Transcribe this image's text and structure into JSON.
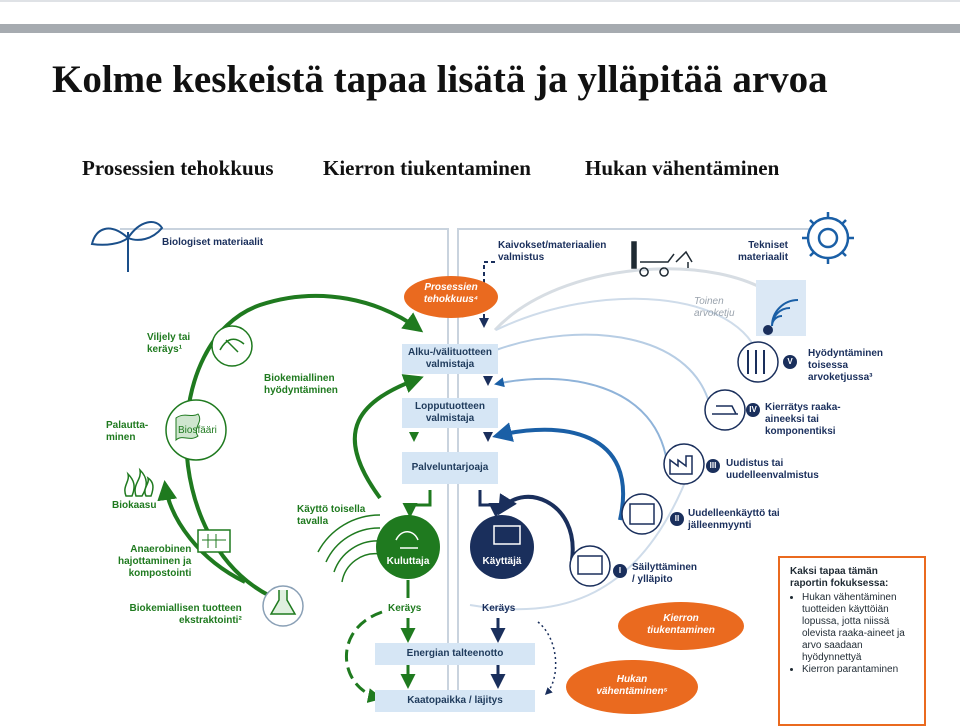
{
  "title": "Kolme keskeistä tapaa lisätä ja ylläpitää arvoa",
  "subtitles": [
    "Prosessien tehokkuus",
    "Kierron tiukentaminen",
    "Hukan vähentäminen"
  ],
  "colors": {
    "green": "#1f7a1f",
    "navy": "#1a2f5c",
    "blue": "#1a5fa6",
    "orange": "#ea6a1f",
    "box": "#d6e6f5",
    "topbar": "#a6abb0"
  },
  "bio": {
    "heading": "Biologiset materiaalit",
    "viljely": "Viljely tai",
    "viljely2": "keräys¹",
    "palautta": "Palautta-",
    "palautta2": "minen",
    "biosfaari": "Biosfääri",
    "biokaasu": "Biokaasu",
    "anaerobinen": "Anaerobinen",
    "anaerobinen2": "hajottaminen ja",
    "anaerobinen3": "kompostointi",
    "biokem_tuote": "Biokemiallisen tuotteen",
    "biokem_tuote2": "ekstraktointi²",
    "biokem_hyod": "Biokemiallinen",
    "biokem_hyod2": "hyödyntäminen",
    "kaytto_toisella": "Käyttö toisella",
    "kaytto_toisella2": "tavalla",
    "kuluttaja": "Kuluttaja",
    "keraysL": "Keräys"
  },
  "tech": {
    "kaivokset": "Kaivokset/materiaalien",
    "kaivokset2": "valmistus",
    "tekniset": "Tekniset",
    "tekniset2": "materiaalit",
    "toinen": "Toinen",
    "toinen2": "arvoketju",
    "kayttaja": "Käyttäjä",
    "keraysR": "Keräys",
    "loops": [
      {
        "num": "V",
        "l1": "Hyödyntäminen",
        "l2": "toisessa",
        "l3": "arvoketjussa³"
      },
      {
        "num": "IV",
        "l1": "Kierrätys raaka-",
        "l2": "aineeksi tai",
        "l3": "komponentiksi"
      },
      {
        "num": "III",
        "l1": "Uudistus tai",
        "l2": "uudelleenvalmistus",
        "l3": ""
      },
      {
        "num": "II",
        "l1": "Uudelleenkäyttö tai",
        "l2": "jälleenmyynti",
        "l3": ""
      },
      {
        "num": "I",
        "l1": "Säilyttäminen",
        "l2": "/ ylläpito",
        "l3": ""
      }
    ]
  },
  "center": {
    "prosessien": "Prosessien",
    "prosessien2": "tehokkuus⁴",
    "alku": "Alku-/välituotteen",
    "alku2": "valmistaja",
    "loppu": "Lopputuotteen",
    "loppu2": "valmistaja",
    "palvelu": "Palveluntarjoaja",
    "energia": "Energian talteenotto",
    "kaato": "Kaatopaikka / läjitys"
  },
  "ovals": {
    "kierron": "Kierron",
    "kierron2": "tiukentaminen",
    "hukan": "Hukan",
    "hukan2": "vähentäminen⁵"
  },
  "focus": {
    "heading": "Kaksi tapaa tämän raportin fokuksessa:",
    "items": [
      "Hukan vähentäminen tuotteiden käyttöiän lopussa, jotta niissä olevista raaka-aineet ja arvo saadaan hyödynnettyä",
      "Kierron parantaminen"
    ]
  }
}
